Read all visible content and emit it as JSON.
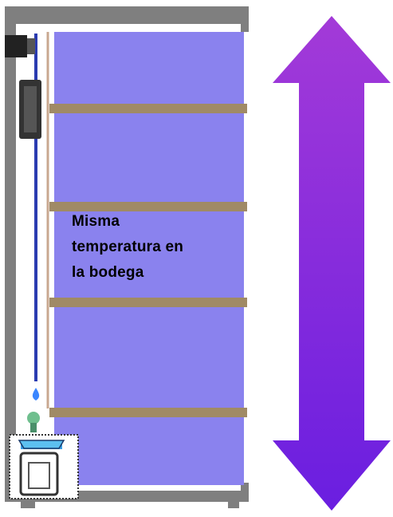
{
  "diagram": {
    "caption_lines": [
      "Misma",
      "temperatura  en",
      "la bodega"
    ],
    "colors": {
      "cabinet_frame": "#7f7f7f",
      "interior": "#8a82ee",
      "shelf": "#a08a66",
      "arrow_top": "#a33ad8",
      "arrow_bottom": "#6a1ee0",
      "drain_line": "#2a3bb0",
      "water_drop": "#3a86ff"
    },
    "icons": [
      "thermostat-icon",
      "control-panel-icon",
      "water-drop-icon",
      "drip-tray-icon",
      "double-arrow-icon"
    ]
  }
}
